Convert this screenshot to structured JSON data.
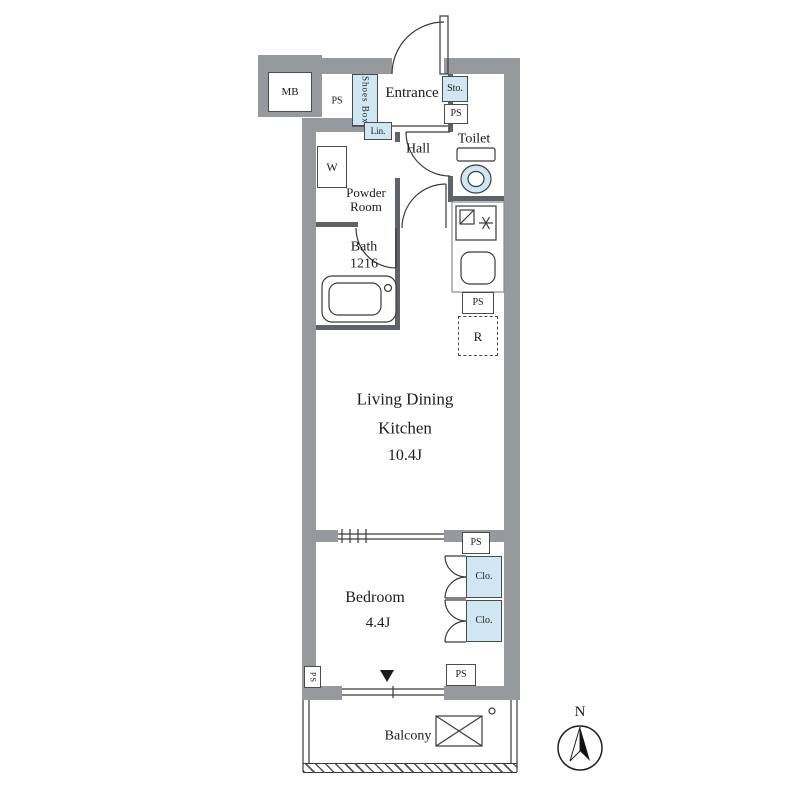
{
  "colors": {
    "wall": "#96999d",
    "fixture_fill": "#cfe7f2",
    "line": "#3a3a3a"
  },
  "rooms": {
    "entrance": "Entrance",
    "hall": "Hall",
    "toilet": "Toilet",
    "powder_line1": "Powder",
    "powder_line2": "Room",
    "bath_line1": "Bath",
    "bath_line2": "1216",
    "ldk_line1": "Living Dining",
    "ldk_line2": "Kitchen",
    "ldk_size": "10.4J",
    "bedroom": "Bedroom",
    "bedroom_size": "4.4J",
    "balcony": "Balcony"
  },
  "fixtures": {
    "mb": "MB",
    "shoes_box": "Shoes Box",
    "storage": "Sto.",
    "linen": "Lin.",
    "washer": "W",
    "refrigerator": "R",
    "closet_upper": "Clo.",
    "closet_lower": "Clo."
  },
  "ps_labels": [
    "PS",
    "PS",
    "PS",
    "PS",
    "PS",
    "PS"
  ],
  "compass": {
    "north": "N"
  }
}
